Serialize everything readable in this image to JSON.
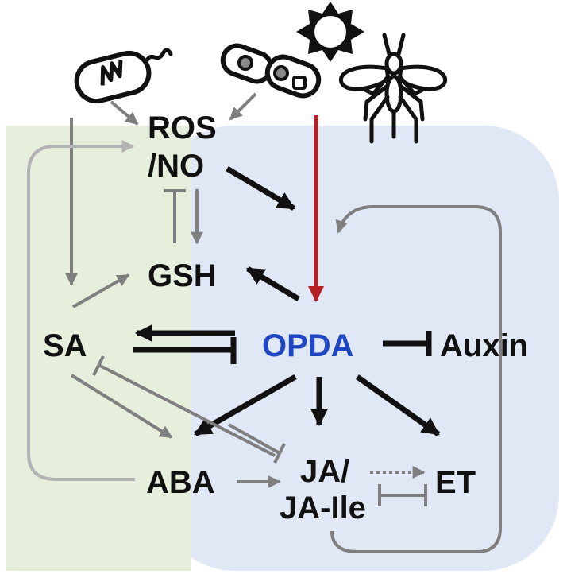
{
  "nodes": {
    "ros": "ROS",
    "no": "/NO",
    "gsh": "GSH",
    "sa": "SA",
    "opda": "OPDA",
    "auxin": "Auxin",
    "aba": "ABA",
    "ja": "JA/",
    "ja_ile": "JA-Ile",
    "et": "ET"
  },
  "icons": {
    "bacterium": "bacterium-icon",
    "fungus": "fungal-spores-icon",
    "sun": "sun-icon",
    "insect": "insect-icon"
  },
  "colors": {
    "panel_left": "#e6eedc",
    "panel_right": "#dfe8f4",
    "activation_arrow": "#111111",
    "secondary_arrow": "#7f7f7f",
    "faint_arrow": "#b3b3b3",
    "stimulus_arrow": "#b62025",
    "center_text": "#1f47c4"
  }
}
